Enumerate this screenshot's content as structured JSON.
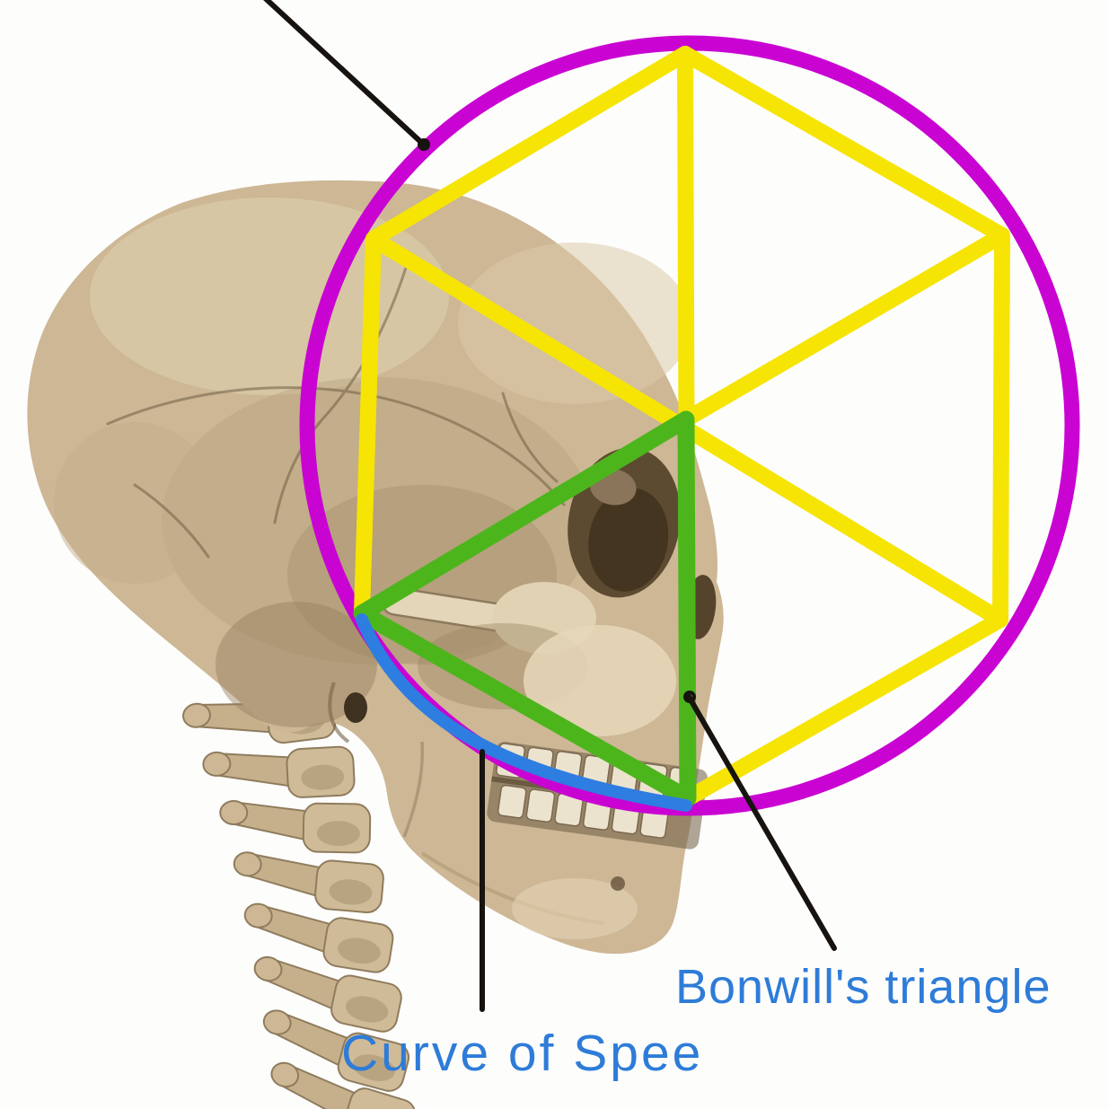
{
  "labels": {
    "bonwill_triangle": "Bonwill's triangle",
    "curve_of_spee": "Curve of Spee"
  },
  "annotations": [
    {
      "label": "Bonwill's triangle",
      "target": "green-triangle",
      "pointer": "black-line"
    },
    {
      "label": "Curve of Spee",
      "target": "blue-arc",
      "pointer": "black-line"
    },
    {
      "label": "",
      "target": "magenta-circle",
      "pointer": "black-line-from-offscreen-top-left"
    }
  ],
  "colors": {
    "background": "#fdfdfc",
    "circle": "#c904d2",
    "hexagon": "#f6e405",
    "triangle": "#4db51c",
    "spee_curve": "#2e7de0",
    "pointer": "#17130f",
    "label_text": "#2e7cd8",
    "bone": "#cdb795",
    "bone_light": "#e7dabd",
    "bone_dark": "#8d7a5c",
    "cavity": "#5c4a31",
    "teeth": "#ece3cf"
  }
}
